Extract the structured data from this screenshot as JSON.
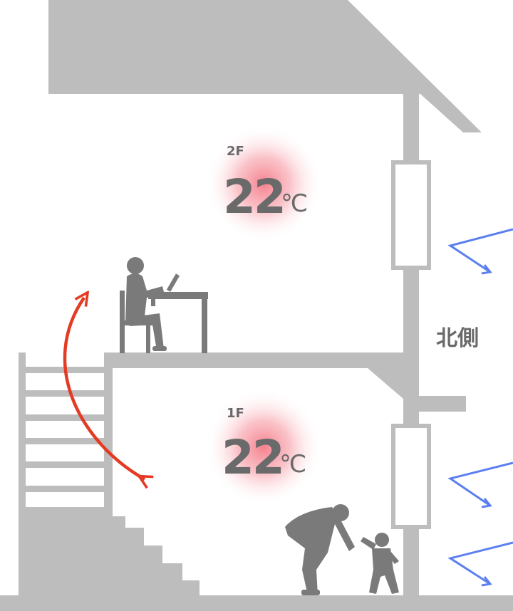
{
  "floors": [
    {
      "label": "2F",
      "temperature": "22",
      "unit": "℃"
    },
    {
      "label": "1F",
      "temperature": "22",
      "unit": "℃"
    }
  ],
  "side_label": "北側",
  "colors": {
    "wall": "#bdbdbd",
    "figure": "#7a7a7a",
    "text": "#6a6a6a",
    "warm_glow": "#f36a7a",
    "airflow_arrow": "#e33b24",
    "cold_wind": "#5b7ff0"
  },
  "icons": [
    "person-studying-icon",
    "adult-icon",
    "toddler-icon",
    "warm-air-circulation-arrow-icon",
    "cold-wind-arrow-icon"
  ]
}
